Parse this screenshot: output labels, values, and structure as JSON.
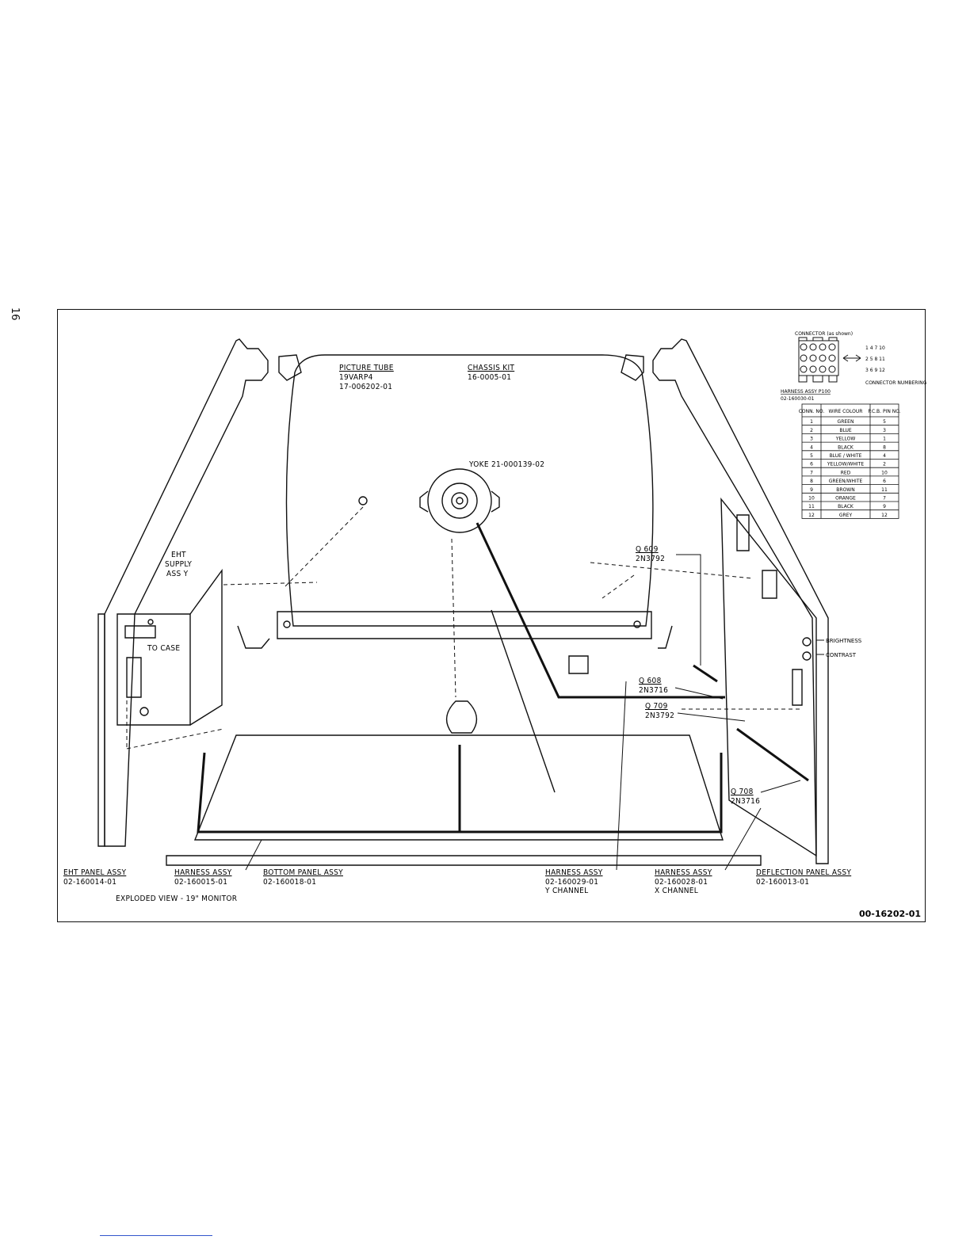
{
  "page_number": "16",
  "figure_id": "00-16202-01",
  "caption": "EXPLODED VIEW - 19\" MONITOR",
  "tube": {
    "title": "PICTURE TUBE",
    "line1": "19VARP4",
    "line2": "17-006202-01"
  },
  "chassis": {
    "title": "CHASSIS KIT",
    "line1": "16-0005-01"
  },
  "yoke": "YOKE  21-000139-02",
  "eht_supply": [
    "EHT",
    "SUPPLY",
    "ASS Y"
  ],
  "to_case": "TO CASE",
  "transistors": [
    {
      "ref": "Q 609",
      "type": "2N3792"
    },
    {
      "ref": "Q 608",
      "type": "2N3716"
    },
    {
      "ref": "Q 709",
      "type": "2N3792"
    },
    {
      "ref": "Q 708",
      "type": "2N3716"
    }
  ],
  "controls": [
    "BRIGHTNESS",
    "CONTRAST"
  ],
  "bottom_labels": [
    {
      "title": "EHT PANEL ASSY",
      "part": "02-160014-01",
      "sub": ""
    },
    {
      "title": "HARNESS ASSY",
      "part": "02-160015-01",
      "sub": ""
    },
    {
      "title": "BOTTOM PANEL ASSY",
      "part": "02-160018-01",
      "sub": ""
    },
    {
      "title": "HARNESS ASSY",
      "part": "02-160029-01",
      "sub": "Y CHANNEL"
    },
    {
      "title": "HARNESS ASSY",
      "part": "02-160028-01",
      "sub": "X CHANNEL"
    },
    {
      "title": "DEFLECTION PANEL ASSY",
      "part": "02-160013-01",
      "sub": ""
    }
  ],
  "connector": {
    "title": "CONNECTOR (as shown)",
    "numbering_rows": [
      "1  4  7  10",
      "2  5  8  11",
      "3  6  9  12"
    ],
    "numbering_label": "CONNECTOR NUMBERING",
    "harness_title": "HARNESS ASSY P100",
    "harness_part": "02-160030-01",
    "columns": [
      "CONN. NO.",
      "WIRE COLOUR",
      "P.C.B. PIN NO."
    ],
    "rows": [
      [
        "1",
        "GREEN",
        "5"
      ],
      [
        "2",
        "BLUE",
        "3"
      ],
      [
        "3",
        "YELLOW",
        "1"
      ],
      [
        "4",
        "BLACK",
        "8"
      ],
      [
        "5",
        "BLUE / WHITE",
        "4"
      ],
      [
        "6",
        "YELLOW/WHITE",
        "2"
      ],
      [
        "7",
        "RED",
        "10"
      ],
      [
        "8",
        "GREEN/WHITE",
        "6"
      ],
      [
        "9",
        "BROWN",
        "11"
      ],
      [
        "10",
        "ORANGE",
        "7"
      ],
      [
        "11",
        "BLACK",
        "9"
      ],
      [
        "12",
        "GREY",
        "12"
      ]
    ]
  }
}
